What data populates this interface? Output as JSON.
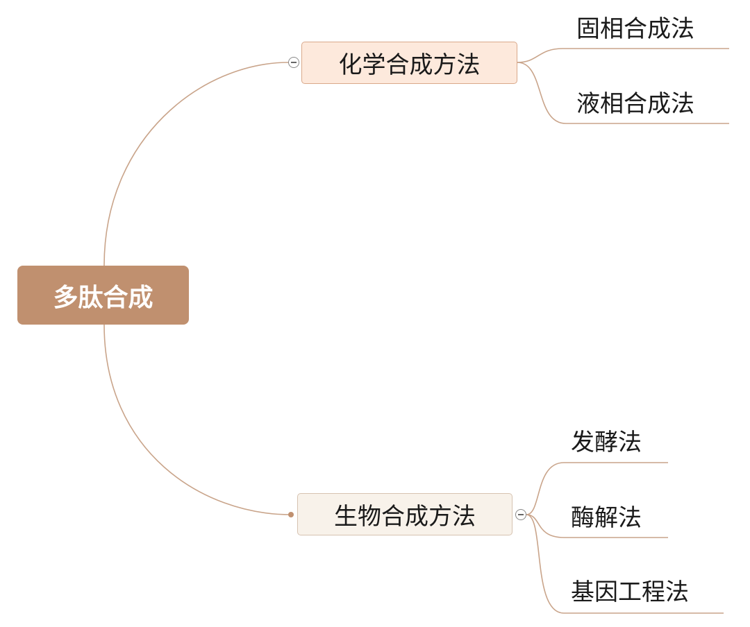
{
  "root": {
    "label": "多肽合成"
  },
  "branches": [
    {
      "label": "化学合成方法",
      "children": [
        "固相合成法",
        "液相合成法"
      ]
    },
    {
      "label": "生物合成方法",
      "children": [
        "发酵法",
        "酶解法",
        "基因工程法"
      ]
    }
  ],
  "colors": {
    "root": "#c0906f",
    "line": "#c9a48a",
    "chem_bg": "#fde9dc",
    "bio_bg": "#f8f2ea"
  }
}
